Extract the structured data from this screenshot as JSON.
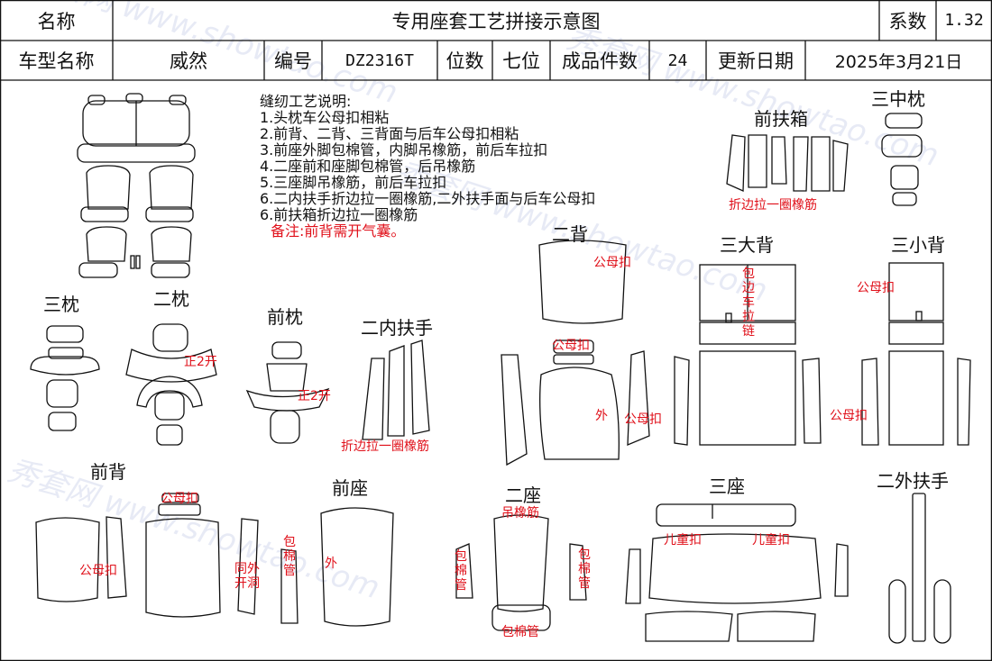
{
  "header": {
    "name_label": "名称",
    "doc_title": "专用座套工艺拼接示意图",
    "coef_label": "系数",
    "coef_value": "1.32",
    "model_label": "车型名称",
    "model_value": "威然",
    "code_label": "编号",
    "code_value": "DZ2316T",
    "seats_label": "位数",
    "seats_value": "七位",
    "pieces_label": "成品件数",
    "pieces_value": "24",
    "date_label": "更新日期",
    "date_value": "2025年3月21日"
  },
  "instructions": {
    "heading": "缝纫工艺说明:",
    "items": [
      "1.头枕车公母扣相粘",
      "2.前背、二背、三背面与后车公母扣相粘",
      "3.前座外脚包棉管，内脚吊橡筋，前后车拉扣",
      "4.二座前和座脚包棉管，后吊橡筋",
      "5.三座脚吊橡筋，前后车拉扣",
      "6.二内扶手折边拉一圈橡筋,二外扶手面与后车公母扣",
      "6.前扶箱折边拉一圈橡筋"
    ],
    "remark": "备注:前背需开气囊。"
  },
  "sections": {
    "front_armrest_box": "前扶箱",
    "third_middle_headrest": "三中枕",
    "third_headrest": "三枕",
    "second_headrest": "二枕",
    "front_headrest": "前枕",
    "second_inner_armrest": "二内扶手",
    "second_back": "二背",
    "third_big_back": "三大背",
    "third_small_back": "三小背",
    "front_back": "前背",
    "front_seat": "前座",
    "second_seat": "二座",
    "third_seat": "三座",
    "second_outer_armrest": "二外扶手"
  },
  "annotations": {
    "fold_elastic_box": "折边拉一圈橡筋",
    "fold_elastic_armrest": "折边拉一圈橡筋",
    "snap_2back_top": "公母扣",
    "snap_2back_head": "公母扣",
    "outer_2back": "外",
    "snap_2back_side": "公母扣",
    "zipper_3big": "包边车拉链",
    "snap_3small_top": "公母扣",
    "snap_3small_side": "公母扣",
    "opening_2headrest": "正2开",
    "opening_fheadrest": "正2开",
    "snap_fback_head": "公母扣",
    "snap_fback": "公母扣",
    "same_outer_hole": "同外开洞",
    "cotton_tube_fseat": "包棉管",
    "outer_fseat": "外",
    "elastic_2seat": "吊橡筋",
    "cotton_2seat_left": "包棉管",
    "cotton_2seat_right": "包棉管",
    "cotton_2seat_bottom": "包棉管",
    "child_snap_left": "儿童扣",
    "child_snap_right": "儿童扣"
  },
  "watermark": {
    "texts": [
      "秀套网 www.showtao.com",
      "秀套网 www.showtao.com",
      "秀套网 www.showtao.com",
      "秀套网 www.showtao.com"
    ]
  },
  "colors": {
    "accent_red": "#e0101a",
    "line": "#111111",
    "watermark": "#8ca0d8"
  }
}
